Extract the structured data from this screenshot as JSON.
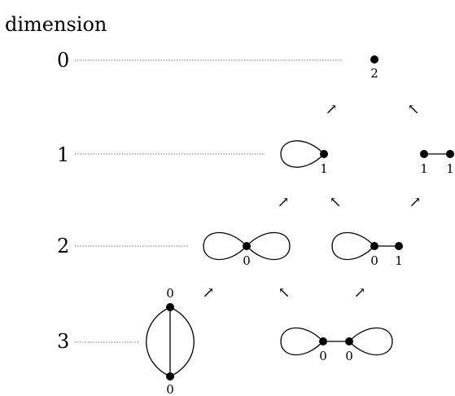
{
  "title": "dimension",
  "rows": [
    {
      "dim": "0"
    },
    {
      "dim": "1"
    },
    {
      "dim": "2"
    },
    {
      "dim": "3"
    }
  ],
  "graphs": {
    "point": {
      "labels": [
        "2"
      ]
    },
    "loop": {
      "labels": [
        "1"
      ]
    },
    "edge": {
      "labels": [
        "1",
        "1"
      ]
    },
    "figure_eight": {
      "labels": [
        "0"
      ]
    },
    "loop_edge": {
      "labels": [
        "0",
        "1"
      ]
    },
    "theta": {
      "labels": [
        "0",
        "0"
      ]
    },
    "dumbbell": {
      "labels": [
        "0",
        "0"
      ]
    }
  },
  "arrows": [
    {
      "glyph": "↗"
    },
    {
      "glyph": "↖"
    },
    {
      "glyph": "↗"
    },
    {
      "glyph": "↖"
    },
    {
      "glyph": "↗"
    },
    {
      "glyph": "↗"
    },
    {
      "glyph": "↖"
    },
    {
      "glyph": "↗"
    }
  ],
  "colors": {
    "ink": "#000000",
    "dots": "#555555"
  }
}
